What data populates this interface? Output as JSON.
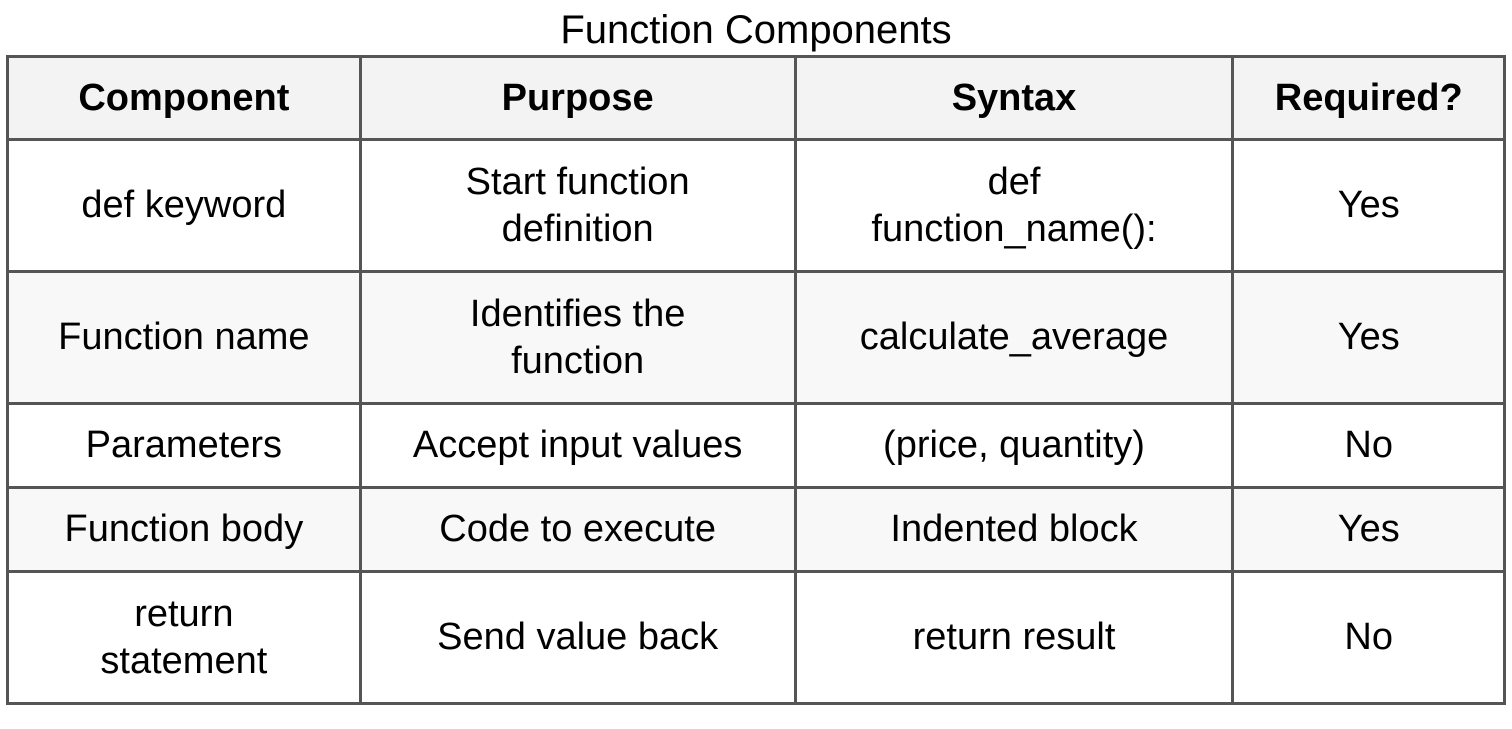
{
  "title": "Function Components",
  "columns": [
    "Component",
    "Purpose",
    "Syntax",
    "Required?"
  ],
  "rows": [
    {
      "component": [
        "def keyword"
      ],
      "purpose": [
        "Start function",
        "definition"
      ],
      "syntax": [
        "def",
        "function_name():"
      ],
      "required": "Yes"
    },
    {
      "component": [
        "Function name"
      ],
      "purpose": [
        "Identifies the",
        "function"
      ],
      "syntax": [
        "calculate_average"
      ],
      "required": "Yes"
    },
    {
      "component": [
        "Parameters"
      ],
      "purpose": [
        "Accept input values"
      ],
      "syntax": [
        "(price, quantity)"
      ],
      "required": "No"
    },
    {
      "component": [
        "Function body"
      ],
      "purpose": [
        "Code to execute"
      ],
      "syntax": [
        "Indented block"
      ],
      "required": "Yes"
    },
    {
      "component": [
        "return",
        "statement"
      ],
      "purpose": [
        "Send value back"
      ],
      "syntax": [
        "return result"
      ],
      "required": "No"
    }
  ],
  "colors": {
    "border": "#555555",
    "header_background": "#f3f3f3",
    "shaded_row_background": "#f8f8f8",
    "text": "#000000"
  }
}
